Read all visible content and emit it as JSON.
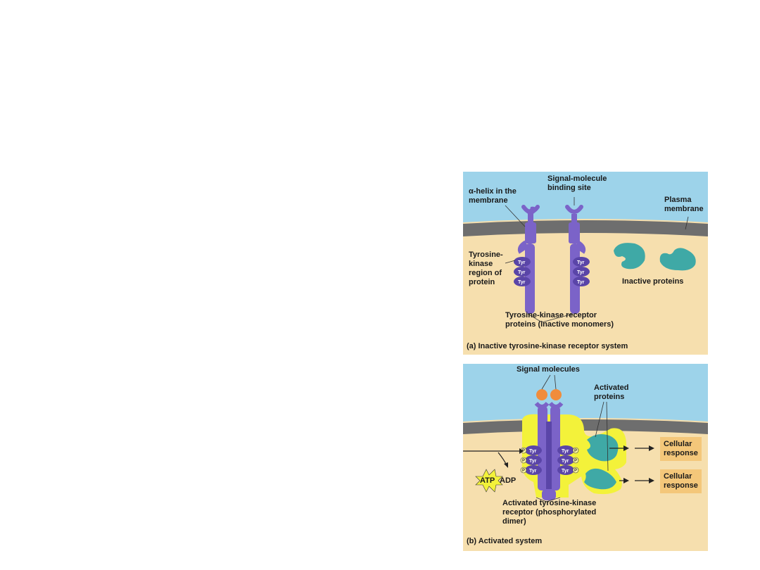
{
  "panel_a": {
    "caption": "(a) Inactive tyrosine-kinase receptor system",
    "labels": {
      "alpha_helix": "α-helix in the\nmembrane",
      "binding_site": "Signal-molecule\nbinding site",
      "plasma_membrane": "Plasma\nmembrane",
      "kinase_region": "Tyrosine-\nkinase\nregion of\nprotein",
      "inactive_proteins": "Inactive proteins",
      "receptor_proteins": "Tyrosine-kinase receptor\nproteins (inactive monomers)"
    },
    "tyr_label": "Tyr"
  },
  "panel_b": {
    "caption": "(b) Activated system",
    "labels": {
      "signal_molecules": "Signal molecules",
      "activated_proteins": "Activated\nproteins",
      "cellular_response_1": "Cellular\nresponse",
      "cellular_response_2": "Cellular\nresponse",
      "atp": "ATP",
      "adp": "ADP",
      "activated_receptor": "Activated tyrosine-kinase\nreceptor (phosphorylated\ndimer)"
    },
    "tyr_label": "Tyr",
    "phosphate_label": "P"
  },
  "colors": {
    "extracellular": "#9dd3ea",
    "cytoplasm": "#f6dfae",
    "membrane": "#6e6e6e",
    "receptor": "#7b63c8",
    "receptor_dark": "#5a45a8",
    "protein": "#3fa9a6",
    "signal_molecule": "#f08c3c",
    "highlight": "#f3f23a",
    "response_box": "#f4c77a"
  }
}
